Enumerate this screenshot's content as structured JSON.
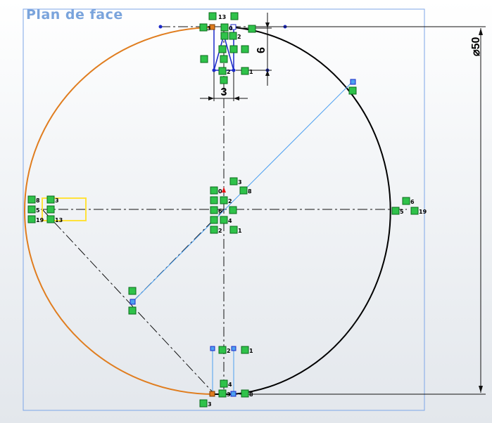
{
  "plane": {
    "label": "Plan de face"
  },
  "dimensions": {
    "diameter": "⌀50",
    "vertical": "6",
    "horizontal": "3"
  },
  "colors": {
    "plane_border": "#7da6e8",
    "arc_orange": "#e07d1f",
    "arc_black": "#000000",
    "construction": "#111111",
    "slot_blue": "#1a28c8",
    "light_blue": "#4da0f0",
    "relation_green": "#2fc24a",
    "selection_yellow": "#ffe23a",
    "origin_red": "#e81010"
  },
  "relations": {
    "top": [
      "13",
      "3",
      "0",
      "2",
      "2",
      "1"
    ],
    "center": [
      "3",
      "0",
      "8",
      "2",
      "6",
      "4",
      "2",
      "1"
    ],
    "left": [
      "8",
      "3",
      "5",
      "19",
      "13"
    ],
    "right": [
      "6",
      "5",
      "19"
    ],
    "bottom": [
      "2",
      "1",
      "4",
      "3",
      "8",
      "3"
    ]
  }
}
